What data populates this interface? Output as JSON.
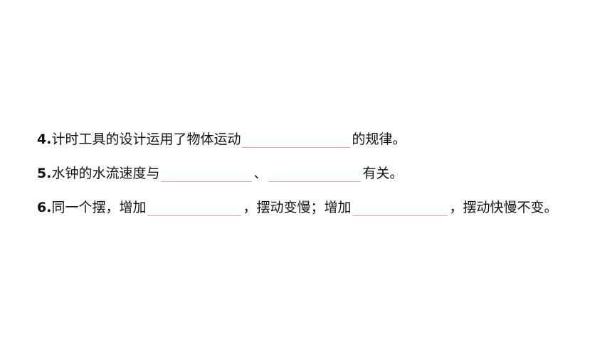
{
  "questions": [
    {
      "number": "4",
      "segments": [
        "计时工具的设计运用了物体运动",
        "的规律。"
      ]
    },
    {
      "number": "5",
      "segments": [
        "水钟的水流速度与",
        "、",
        "有关。"
      ]
    },
    {
      "number": "6",
      "segments": [
        "同一个摆，增加",
        "，摆动变慢；增加",
        "，摆动快慢不变。"
      ]
    }
  ],
  "number_suffix": ".",
  "colors": {
    "text": "#111111",
    "blank_line": "#e6a1c1",
    "background": "#ffffff"
  }
}
